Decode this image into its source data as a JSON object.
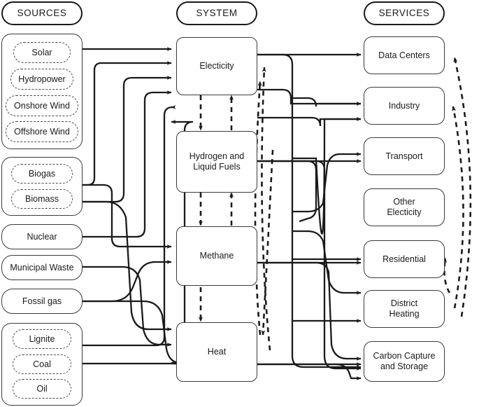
{
  "diagram": {
    "title": "Energy system sources-system-services flow diagram",
    "colors": {
      "background": "#ffffff",
      "box_border": "#3a3a3a",
      "header_border": "#1a1a1a",
      "dashed_border": "#4a4a4a",
      "solid_flow": "#1a1a1a",
      "dashed_flow": "#1a1a1a",
      "text": "#1a1a1a"
    }
  },
  "columns": {
    "sources": {
      "header": "SOURCES"
    },
    "system": {
      "header": "SYSTEM"
    },
    "services": {
      "header": "SERVICES"
    }
  },
  "sources": {
    "groups": [
      {
        "name": "renewables-group",
        "items": [
          {
            "label": "Solar"
          },
          {
            "label": "Hydropower"
          },
          {
            "label": "Onshore Wind"
          },
          {
            "label": "Offshore Wind"
          }
        ]
      },
      {
        "name": "bioenergy-group",
        "items": [
          {
            "label": "Biogas"
          },
          {
            "label": "Biomass"
          }
        ]
      },
      {
        "name": "fossil-fuels-group",
        "items": [
          {
            "label": "Lignite"
          },
          {
            "label": "Coal"
          },
          {
            "label": "Oil"
          }
        ]
      }
    ],
    "standalone": [
      {
        "label": "Nuclear"
      },
      {
        "label": "Municipal Waste"
      },
      {
        "label": "Fossil gas"
      }
    ]
  },
  "system": {
    "nodes": [
      {
        "label": "Electicity",
        "lines": [
          "Electicity"
        ]
      },
      {
        "label": "Hydrogen and Liquid Fuels",
        "lines": [
          "Hydrogen and",
          "Liquid Fuels"
        ]
      },
      {
        "label": "Methane",
        "lines": [
          "Methane"
        ]
      },
      {
        "label": "Heat",
        "lines": [
          "Heat"
        ]
      }
    ]
  },
  "services": {
    "nodes": [
      {
        "label": "Data Centers",
        "lines": [
          "Data Centers"
        ]
      },
      {
        "label": "Industry",
        "lines": [
          "Industry"
        ]
      },
      {
        "label": "Transport",
        "lines": [
          "Transport"
        ]
      },
      {
        "label": "Other Electicity",
        "lines": [
          "Other",
          "Electicity"
        ]
      },
      {
        "label": "Residential",
        "lines": [
          "Residential"
        ]
      },
      {
        "label": "District Heating",
        "lines": [
          "District",
          "Heating"
        ]
      },
      {
        "label": "Carbon Capture and Storage",
        "lines": [
          "Carbon Capture",
          "and Storage"
        ]
      }
    ]
  }
}
